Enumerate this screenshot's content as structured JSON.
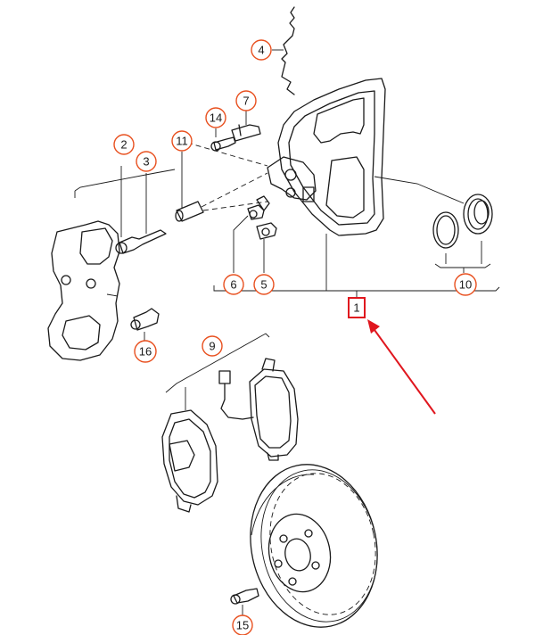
{
  "callouts": {
    "p1": "1",
    "p2": "2",
    "p3": "3",
    "p4": "4",
    "p5": "5",
    "p6": "6",
    "p7": "7",
    "p9": "9",
    "p10": "10",
    "p11": "11",
    "p14": "14",
    "p15": "15",
    "p16": "16"
  },
  "colors": {
    "callout_ring": "#e8501f",
    "highlight": "#e0161e",
    "line": "#1a1a1a"
  }
}
